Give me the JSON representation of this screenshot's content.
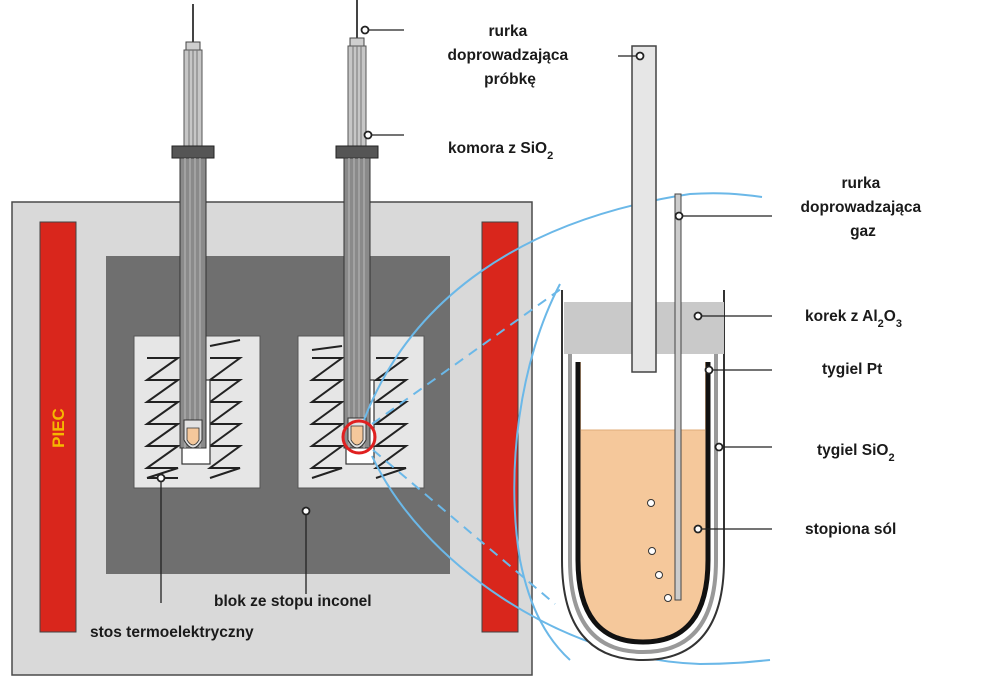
{
  "labels": {
    "sample_tube": [
      "rurka",
      "doprowadzająca",
      "próbkę"
    ],
    "sio2_chamber": {
      "text": "komora z SiO",
      "sub": "2"
    },
    "gas_tube": [
      "rurka",
      "doprowadzająca",
      "gaz"
    ],
    "al2o3_plug": {
      "pre": "korek z Al",
      "sub1": "2",
      "mid": "O",
      "sub2": "3"
    },
    "pt_crucible": "tygiel Pt",
    "sio2_crucible": {
      "text": "tygiel SiO",
      "sub": "2"
    },
    "molten_salt": "stopiona sól",
    "inconel_block": "blok ze stopu inconel",
    "thermopile": "stos termoelektryczny",
    "furnace": "PIEC"
  },
  "colors": {
    "furnace_outer": "#d9d9d9",
    "heater": "#d9261c",
    "inconel_block": "#6f6f6f",
    "well": "#e6e6e6",
    "salt": "#f5c89b",
    "zoom_line": "#6bb8e8",
    "highlight_ring": "#e02020"
  }
}
